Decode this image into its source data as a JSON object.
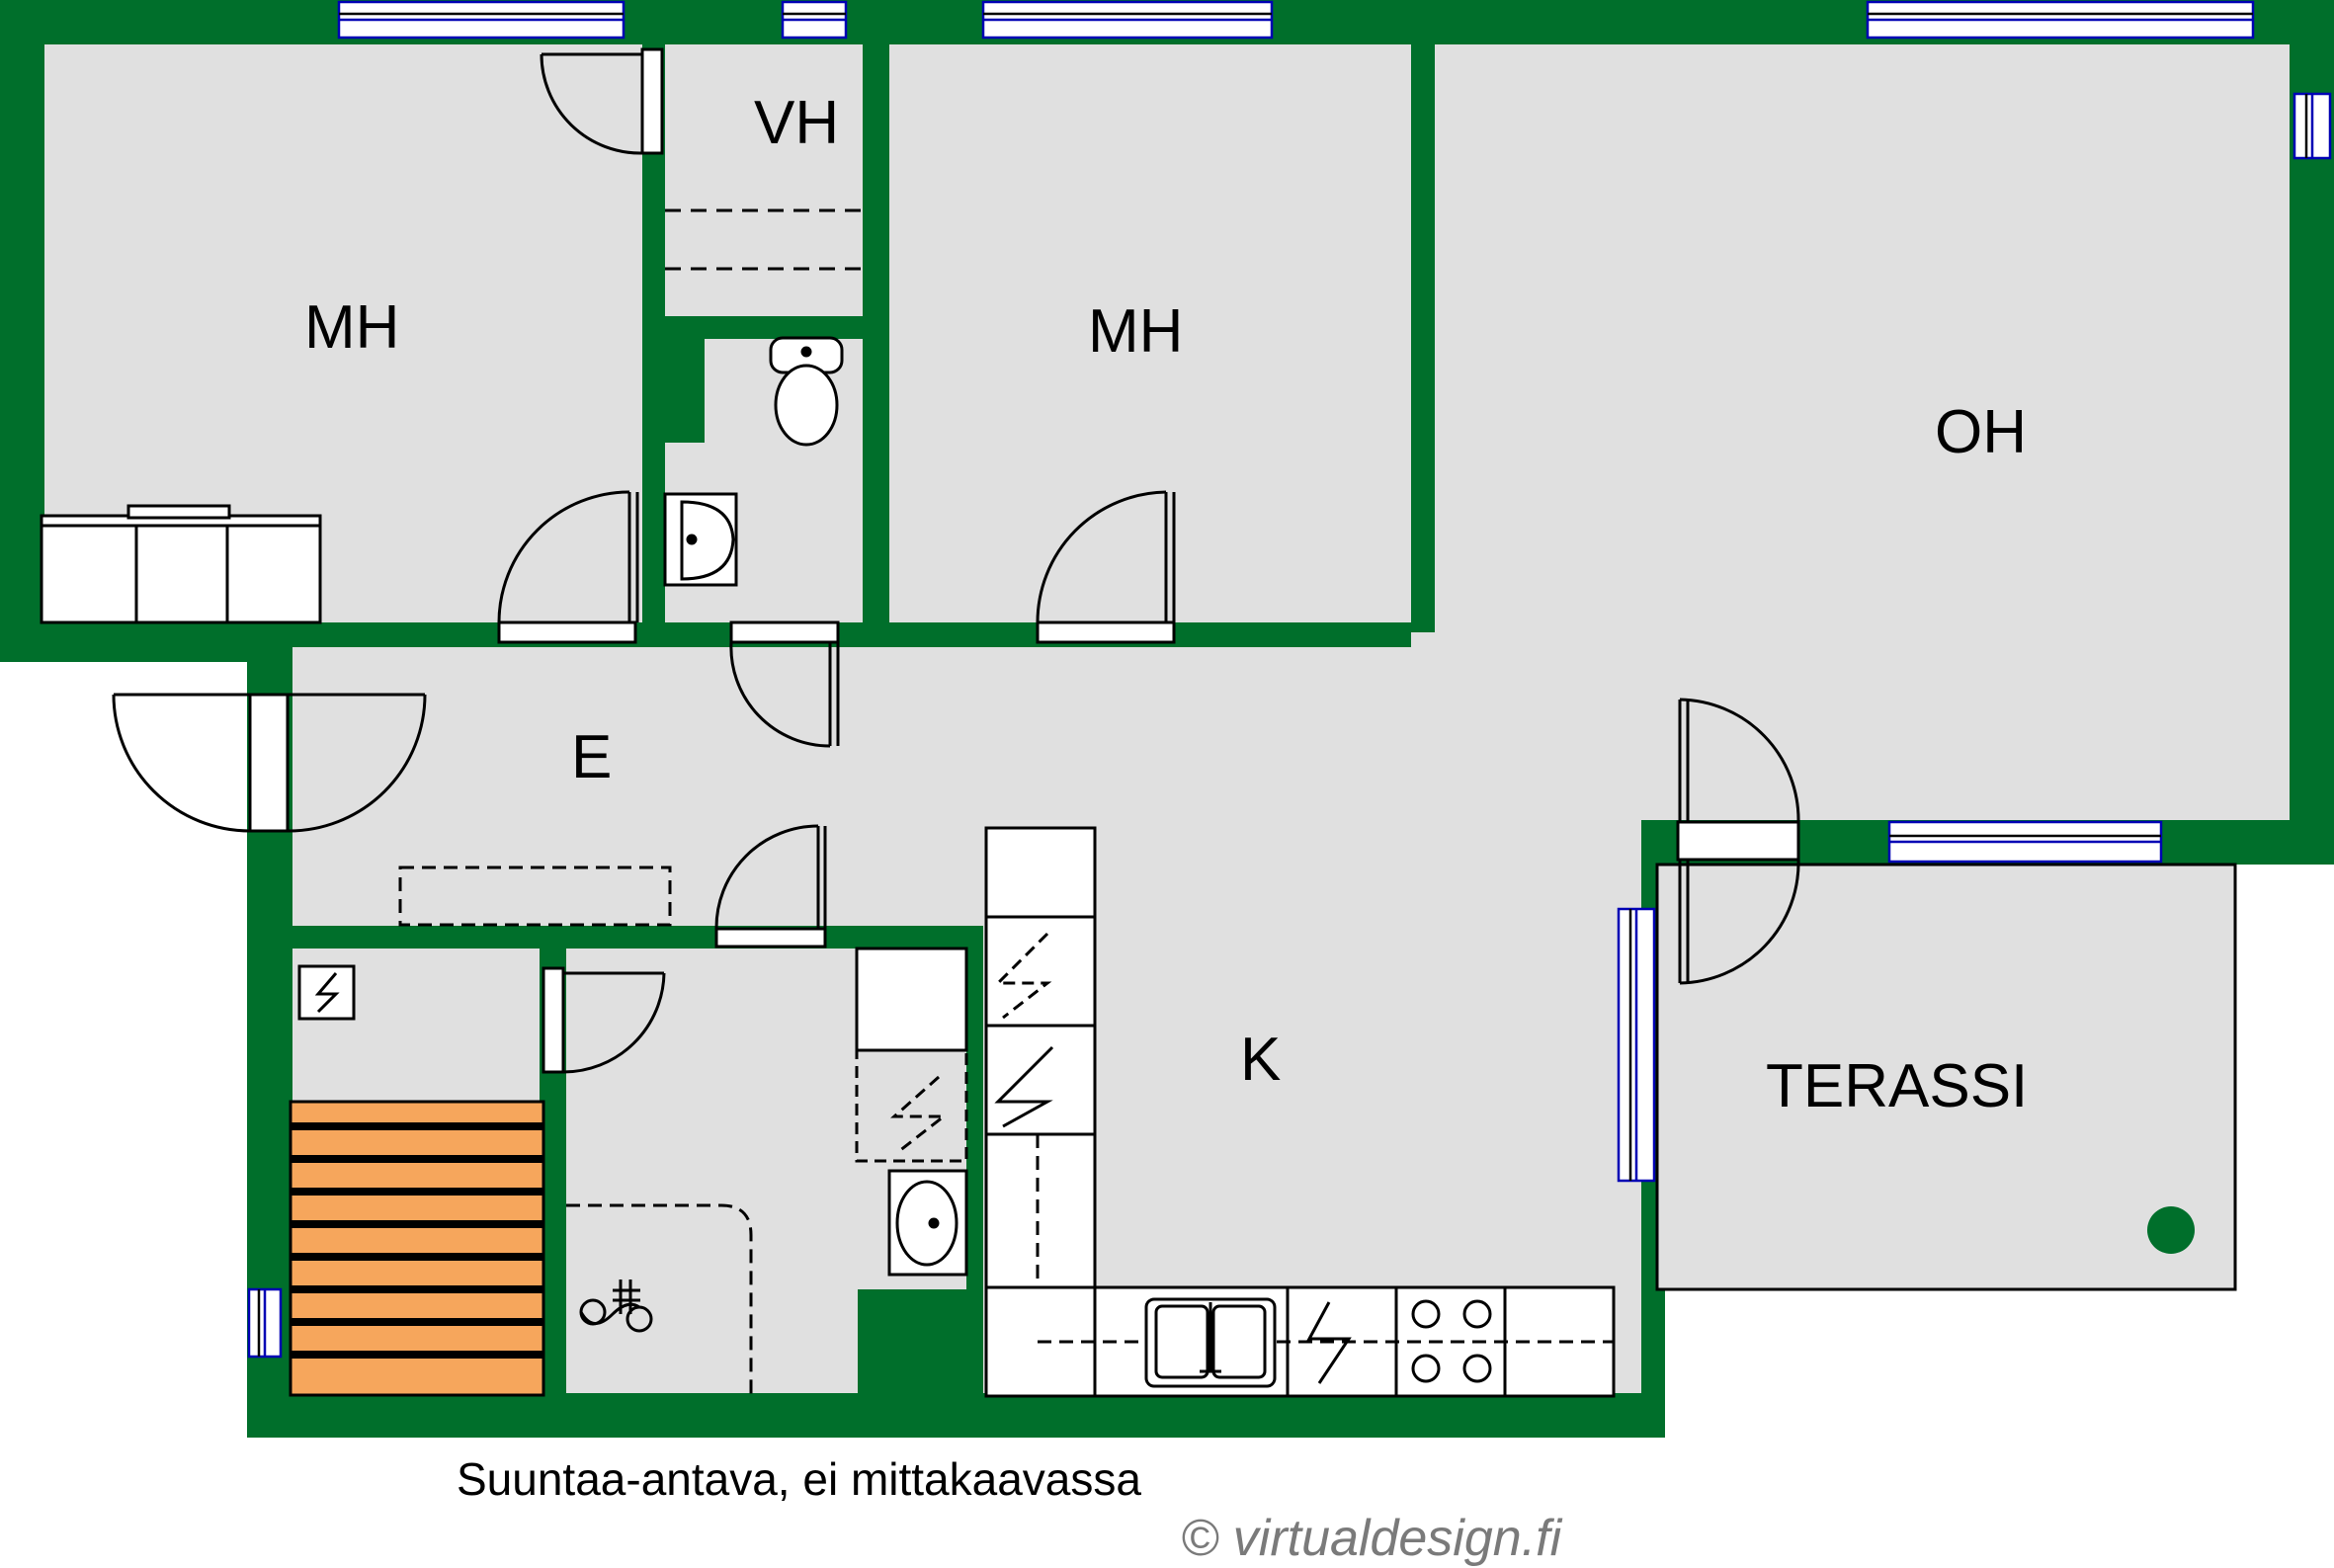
{
  "rooms": {
    "mh_left": "MH",
    "vh": "VH",
    "mh_mid": "MH",
    "oh": "OH",
    "e": "E",
    "k": "K",
    "terassi": "TERASSI"
  },
  "footer": {
    "disclaimer": "Suuntaa-antava, ei mittakaavassa",
    "credit": "© virtualdesign.fi"
  },
  "colors": {
    "wall": "#006f2b",
    "floor": "#e0e0e0",
    "sauna_bench": "#f6a65c",
    "window": "#0000b4"
  }
}
